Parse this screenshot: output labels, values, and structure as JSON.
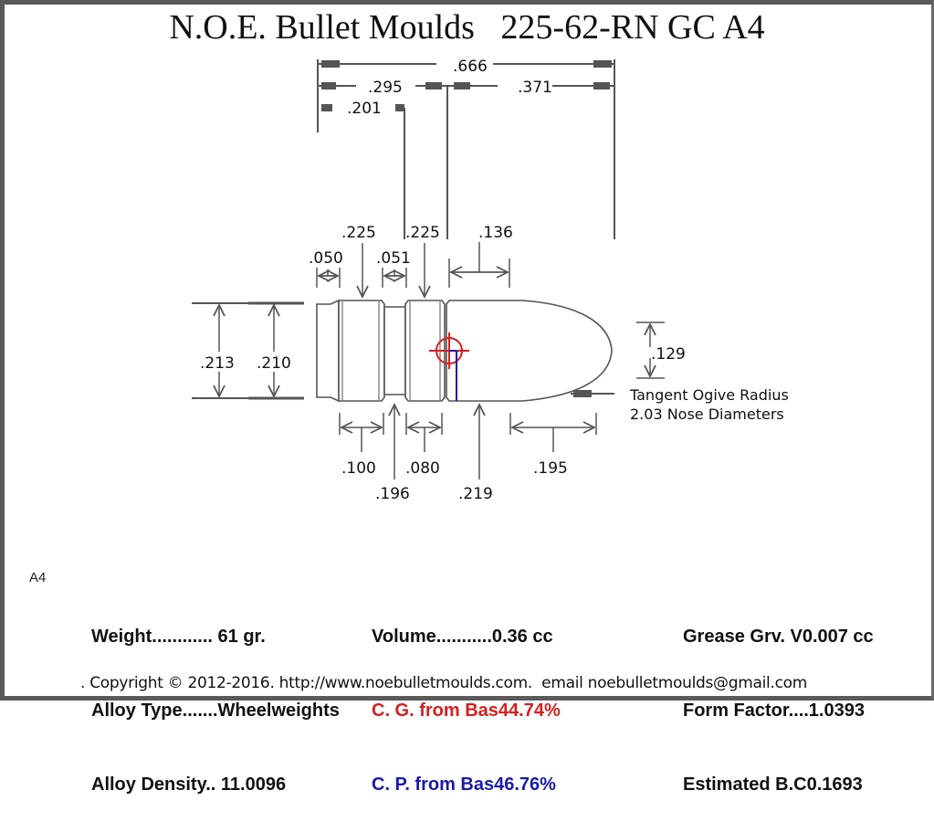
{
  "title": "N.O.E. Bullet Moulds   225-62-RN GC A4",
  "dimensions": {
    "overall_length": ".666",
    "base_to_nose": ".295",
    "base_to_front_band": ".201",
    "nose_length": ".371",
    "band1_diameter": ".225",
    "band2_diameter": ".225",
    "gas_check_shank": ".050",
    "grease_groove_width": ".051",
    "nose_front_section": ".136",
    "gas_check_dia_outer": ".213",
    "gas_check_dia_inner": ".210",
    "meplat": ".129",
    "band1_length": ".100",
    "groove_diameter": ".196",
    "band2_length": ".080",
    "nose_diameter": ".219",
    "ogive_length": ".195"
  },
  "ogive_note": {
    "line1": "Tangent Ogive Radius",
    "line2": "2.03  Nose Diameters"
  },
  "design_code": "A4",
  "stats": {
    "col1": {
      "weight": "Weight............ 61 gr.",
      "alloy_type": "Alloy Type.......Wheelweights",
      "alloy_density": "Alloy Density.. 11.0096"
    },
    "col2": {
      "volume": "Volume...........0.36 cc",
      "cg": "C. G. from Bas44.74%",
      "cp": "C. P. from Bas46.76%"
    },
    "col3": {
      "grease": "Grease Grv. V0.007 cc",
      "form_factor": "Form Factor....1.0393",
      "bc": "Estimated B.C0.1693"
    }
  },
  "colors": {
    "cg_marker": "#d42020",
    "cp_marker": "#1a1aa8",
    "lines": "#555555"
  },
  "footer": ". Copyright © 2012-2016. http://www.noebulletmoulds.com.  email noebulletmoulds@gmail.com"
}
